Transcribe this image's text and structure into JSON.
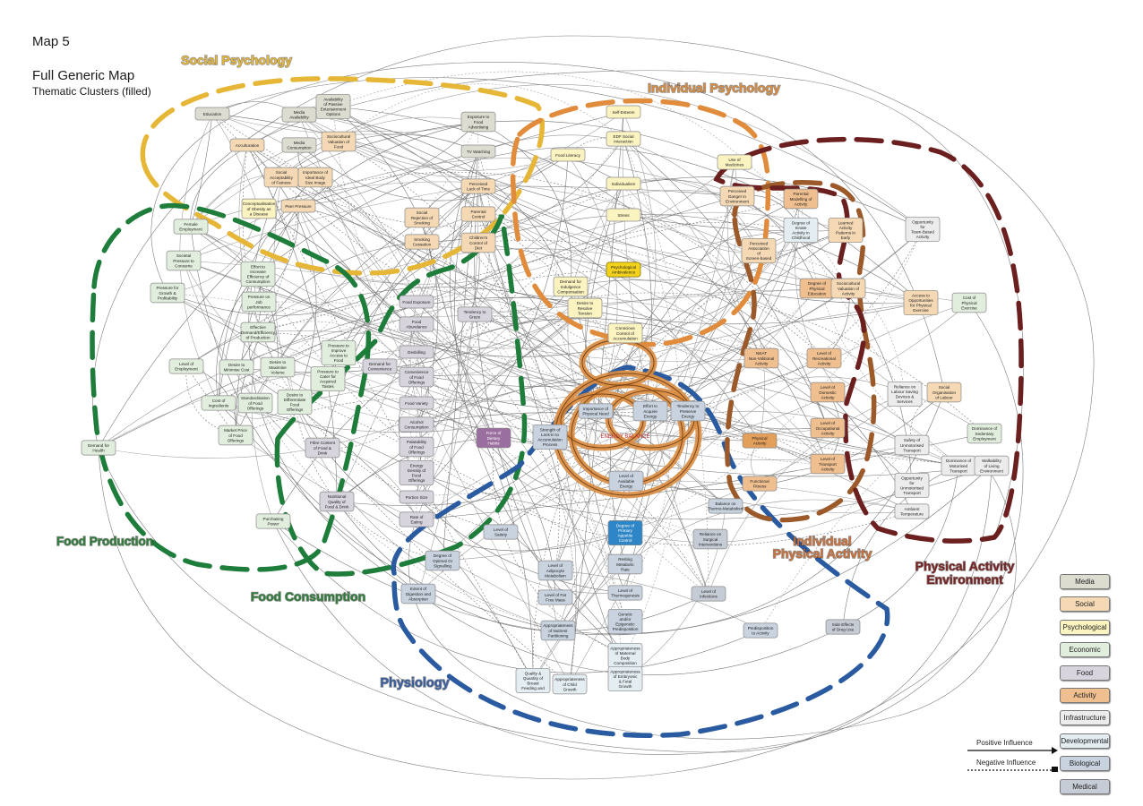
{
  "header": {
    "map_label": "Map 5",
    "title": "Full Generic Map",
    "subtitle": "Thematic Clusters (filled)"
  },
  "clusters": [
    {
      "id": "social",
      "label": "Social Psychology",
      "color": "#e6b637"
    },
    {
      "id": "indpsy",
      "label": "Individual Psychology",
      "color": "#e08c3c"
    },
    {
      "id": "foodprod",
      "label": "Food Production",
      "color": "#1e7d3a"
    },
    {
      "id": "foodcons",
      "label": "Food Consumption",
      "color": "#1e7d3a"
    },
    {
      "id": "physio",
      "label": "Physiology",
      "color": "#2a5aa0"
    },
    {
      "id": "indact",
      "label": "Individual Physical Activity",
      "color": "#9c5a2a"
    },
    {
      "id": "actenv",
      "label": "Physical Activity Environment",
      "color": "#6b1f1f"
    }
  ],
  "center": {
    "label": "ENERGY BALANCE"
  },
  "categories": [
    {
      "key": "media",
      "label": "Media",
      "color": "#dcdcd0"
    },
    {
      "key": "social",
      "label": "Social",
      "color": "#f5d9b4"
    },
    {
      "key": "psych",
      "label": "Psychological",
      "color": "#fbf3c0"
    },
    {
      "key": "econ",
      "label": "Economic",
      "color": "#e2eedd"
    },
    {
      "key": "food",
      "label": "Food",
      "color": "#d7d4de"
    },
    {
      "key": "activity",
      "label": "Activity",
      "color": "#efbf8f"
    },
    {
      "key": "infra",
      "label": "Infrastructure",
      "color": "#ececec"
    },
    {
      "key": "dev",
      "label": "Developmental",
      "color": "#e4edf2"
    },
    {
      "key": "bio",
      "label": "Biological",
      "color": "#c8d3df"
    },
    {
      "key": "medical",
      "label": "Medical",
      "color": "#c6ccd5"
    }
  ],
  "influence_key": {
    "positive": "Positive Influence",
    "negative": "Negative Influence"
  },
  "nodes": [
    {
      "t": "Education",
      "c": "media"
    },
    {
      "t": "Media Availability",
      "c": "media"
    },
    {
      "t": "Availability of Passive Entertainment Options",
      "c": "media"
    },
    {
      "t": "Acculturation",
      "c": "social"
    },
    {
      "t": "Media Consumption",
      "c": "media"
    },
    {
      "t": "Sociocultural Valuation of Food",
      "c": "social"
    },
    {
      "t": "Social Acceptability of Fatness",
      "c": "social"
    },
    {
      "t": "Importance of Ideal Body Size Image",
      "c": "social"
    },
    {
      "t": "Conceptualisation of Obesity as a Disease",
      "c": "psych"
    },
    {
      "t": "Peer Pressure",
      "c": "social"
    },
    {
      "t": "Exposure to Food Advertising",
      "c": "media"
    },
    {
      "t": "TV Watching",
      "c": "media"
    },
    {
      "t": "Perceived Lack of Time",
      "c": "social"
    },
    {
      "t": "Social Rejection of Smoking",
      "c": "social"
    },
    {
      "t": "Parental Control",
      "c": "social"
    },
    {
      "t": "Smoking Cessation",
      "c": "social"
    },
    {
      "t": "Children's Control of Diet",
      "c": "social"
    },
    {
      "t": "Self-Esteem",
      "c": "psych"
    },
    {
      "t": "Food Literacy",
      "c": "psych"
    },
    {
      "t": "EDF Social Interaction",
      "c": "psych"
    },
    {
      "t": "Individualism",
      "c": "psych"
    },
    {
      "t": "Stress",
      "c": "psych"
    },
    {
      "t": "Use of Medicines",
      "c": "psych"
    },
    {
      "t": "Psychological Ambivalence",
      "c": "psych"
    },
    {
      "t": "Demand for Indulgence Compensation",
      "c": "psych"
    },
    {
      "t": "Desire to Resolve Tension",
      "c": "psych"
    },
    {
      "t": "Conscious Control of Accumulation",
      "c": "psych"
    },
    {
      "t": "Perceived Danger in Environment",
      "c": "social"
    },
    {
      "t": "Parental Modelling of Activity",
      "c": "activity"
    },
    {
      "t": "Degree of Innate Activity in Childhood",
      "c": "dev"
    },
    {
      "t": "Learned Activity Patterns in Early Childhood",
      "c": "social"
    },
    {
      "t": "Opportunity for Team-Based Activity",
      "c": "infra"
    },
    {
      "t": "Perceived Association of Screen-based Messages",
      "c": "social"
    },
    {
      "t": "Degree of Physical Education",
      "c": "activity"
    },
    {
      "t": "Sociocultural Valuation of Activity",
      "c": "social"
    },
    {
      "t": "Access to Opportunities for Physical Exercise",
      "c": "social"
    },
    {
      "t": "Cost of Physical Exercise",
      "c": "econ"
    },
    {
      "t": "NEAT Non-Volitional Activity",
      "c": "activity"
    },
    {
      "t": "Level of Recreational Activity",
      "c": "activity"
    },
    {
      "t": "Level of Domestic Activity",
      "c": "activity"
    },
    {
      "t": "Reliance on Labour Saving Devices & Services",
      "c": "infra"
    },
    {
      "t": "Social Organisation of Labour",
      "c": "social"
    },
    {
      "t": "Level of Occupational Activity",
      "c": "activity"
    },
    {
      "t": "Dominance of Sedentary Employment",
      "c": "econ"
    },
    {
      "t": "Physical Activity",
      "c": "activity"
    },
    {
      "t": "Level of Transport Activity",
      "c": "activity"
    },
    {
      "t": "Safety of Unmotorised Transport",
      "c": "infra"
    },
    {
      "t": "Dominance of Motorised Transport",
      "c": "infra"
    },
    {
      "t": "Walkability of Living Environment",
      "c": "infra"
    },
    {
      "t": "Opportunity for Unmotorised Transport",
      "c": "infra"
    },
    {
      "t": "Functional Fitness",
      "c": "activity"
    },
    {
      "t": "Ambient Temperature",
      "c": "infra"
    },
    {
      "t": "Female Employment",
      "c": "econ"
    },
    {
      "t": "Societal Pressure to Consume",
      "c": "econ"
    },
    {
      "t": "Pressure for Growth & Profitability",
      "c": "econ"
    },
    {
      "t": "Effort to Increase Efficiency of Consumption",
      "c": "econ"
    },
    {
      "t": "Pressure on Job performance",
      "c": "econ"
    },
    {
      "t": "Effective Demand/Efficiency of Production",
      "c": "econ"
    },
    {
      "t": "Level of Employment",
      "c": "econ"
    },
    {
      "t": "Desire to Minimise Cost",
      "c": "econ"
    },
    {
      "t": "Desire to Maximise Volume",
      "c": "econ"
    },
    {
      "t": "Pressure to Improve Access to Food Offerings",
      "c": "econ"
    },
    {
      "t": "Pressure to Cater for Acquired Tastes",
      "c": "econ"
    },
    {
      "t": "Cost of Ingredients",
      "c": "econ"
    },
    {
      "t": "Standardisation of Food Offerings",
      "c": "econ"
    },
    {
      "t": "Desire to Differentiate Food Offerings",
      "c": "econ"
    },
    {
      "t": "Market Price of Food Offerings",
      "c": "econ"
    },
    {
      "t": "Demand for Health",
      "c": "econ"
    },
    {
      "t": "Food Exposure",
      "c": "food"
    },
    {
      "t": "Food Abundance",
      "c": "food"
    },
    {
      "t": "Tendency to Graze",
      "c": "food"
    },
    {
      "t": "Deskilling",
      "c": "food"
    },
    {
      "t": "Demand for Convenience",
      "c": "food"
    },
    {
      "t": "Convenience of Food Offerings",
      "c": "food"
    },
    {
      "t": "Food Variety",
      "c": "food"
    },
    {
      "t": "Alcohol Consumption",
      "c": "food"
    },
    {
      "t": "Fibre Content of Food & Drink",
      "c": "food"
    },
    {
      "t": "Palatability of Food Offerings",
      "c": "food"
    },
    {
      "t": "Energy Density of Food Offerings",
      "c": "food"
    },
    {
      "t": "Nutritional Quality of Food & Drink",
      "c": "food"
    },
    {
      "t": "Portion Size",
      "c": "food"
    },
    {
      "t": "Purchasing Power",
      "c": "econ"
    },
    {
      "t": "Rate of Eating",
      "c": "food"
    },
    {
      "t": "Force of Dietary Habits",
      "c": "food"
    },
    {
      "t": "Strength of Lock-in to Accumulation Process",
      "c": "bio"
    },
    {
      "t": "Importance of Physical Need",
      "c": "bio"
    },
    {
      "t": "Effort to Acquire Energy",
      "c": "bio"
    },
    {
      "t": "Tendency to Preserve Energy",
      "c": "bio"
    },
    {
      "t": "Level of Available Energy",
      "c": "bio"
    },
    {
      "t": "Level of Satiety",
      "c": "bio"
    },
    {
      "t": "Degree of Primary Appetite Control",
      "c": "bio"
    },
    {
      "t": "Balance on Thermo-Metabolism",
      "c": "bio"
    },
    {
      "t": "Reliance on Surgical Interventions",
      "c": "medical"
    },
    {
      "t": "Degree of Optimal GI Signalling",
      "c": "bio"
    },
    {
      "t": "Extent of Digestion and Absorption",
      "c": "bio"
    },
    {
      "t": "Level of Adipocyte Metabolism",
      "c": "bio"
    },
    {
      "t": "Resting Metabolic Rate",
      "c": "bio"
    },
    {
      "t": "Level of Fat Free Mass",
      "c": "bio"
    },
    {
      "t": "Level of Thermogenesis",
      "c": "bio"
    },
    {
      "t": "Level of Infections",
      "c": "medical"
    },
    {
      "t": "Appropriateness of Nutrient Partitioning",
      "c": "bio"
    },
    {
      "t": "Genetic and/or Epigenetic Predisposition to Obesity",
      "c": "bio"
    },
    {
      "t": "Predisposition to Activity",
      "c": "bio"
    },
    {
      "t": "Side Effects of Drug Use",
      "c": "medical"
    },
    {
      "t": "Appropriateness of Maternal Body Composition",
      "c": "dev"
    },
    {
      "t": "Quality & Quantity of Breast Feeding and Nutrition",
      "c": "dev"
    },
    {
      "t": "Appropriateness of Child Growth",
      "c": "dev"
    },
    {
      "t": "Appropriateness of Embryonic & Fetal Growth",
      "c": "dev"
    }
  ]
}
